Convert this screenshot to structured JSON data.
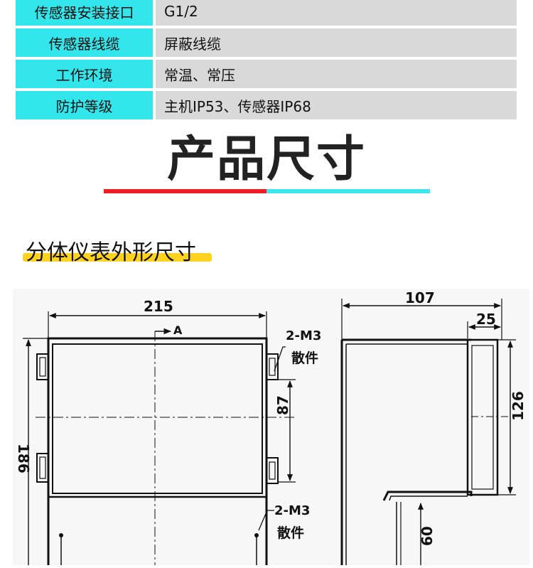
{
  "spec_table": {
    "rows": [
      {
        "key": "传感器安装接口",
        "value": "G1/2"
      },
      {
        "key": "传感器线缆",
        "value": "屏蔽线缆"
      },
      {
        "key": "工作环境",
        "value": "常温、常压"
      },
      {
        "key": "防护等级",
        "value": "主机IP53、传感器IP68"
      }
    ]
  },
  "section": {
    "title": "产品尺寸",
    "subtitle": "分体仪表外形尺寸"
  },
  "drawing": {
    "front": {
      "dim_width": "215",
      "dim_height": "186",
      "dim_mount": "87",
      "section_mark": "A",
      "label_fastener_top_spec": "2-M3",
      "label_fastener_top_name": "散件",
      "label_fastener_bottom_spec": "2-M3",
      "label_fastener_bottom_name": "散件"
    },
    "side": {
      "dim_depth": "107",
      "dim_lid": "25",
      "dim_height": "126",
      "dim_bottom": "60"
    }
  }
}
